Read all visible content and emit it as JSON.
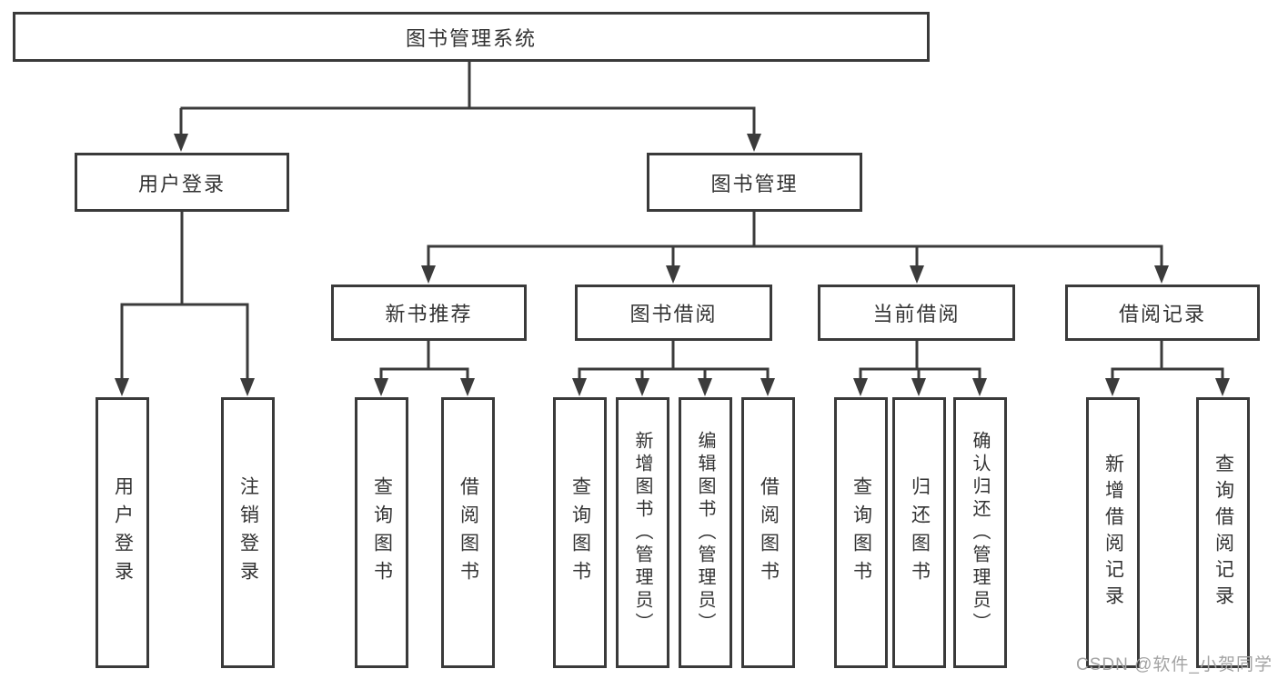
{
  "diagram": {
    "root": {
      "label": "图书管理系统"
    },
    "level2": [
      {
        "label": "用户登录"
      },
      {
        "label": "图书管理"
      }
    ],
    "level3": [
      {
        "label": "新书推荐"
      },
      {
        "label": "图书借阅"
      },
      {
        "label": "当前借阅"
      },
      {
        "label": "借阅记录"
      }
    ],
    "leaves": [
      {
        "label": "用户登录"
      },
      {
        "label": "注销登录"
      },
      {
        "label": "查询图书"
      },
      {
        "label": "借阅图书"
      },
      {
        "label": "查询图书"
      },
      {
        "label": "新增图书（管理员）"
      },
      {
        "label": "编辑图书（管理员）"
      },
      {
        "label": "借阅图书"
      },
      {
        "label": "查询图书"
      },
      {
        "label": "归还图书"
      },
      {
        "label": "确认归还（管理员）"
      },
      {
        "label": "新增借阅记录"
      },
      {
        "label": "查询借阅记录"
      }
    ]
  },
  "watermark": {
    "text": "CSDN @软件_小贺同学"
  },
  "colors": {
    "line": "#3b3b3b",
    "box_border": "#3a3a3a",
    "box_fill": "#ffffff",
    "text": "#333333",
    "watermark": "#a3a3a3",
    "background": "#ffffff"
  }
}
